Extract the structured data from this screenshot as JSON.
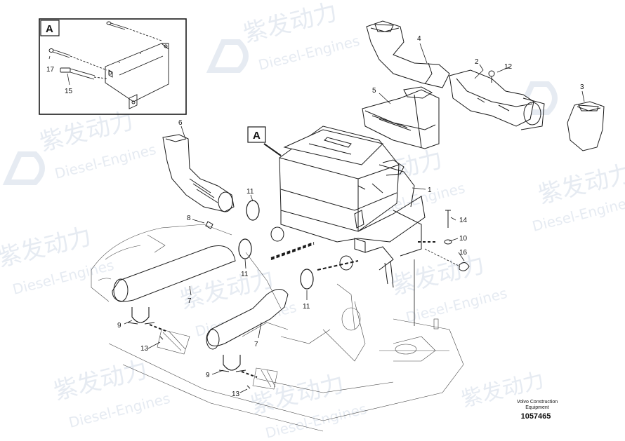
{
  "watermark": {
    "chinese": "紫发动力",
    "english": "Diesel-Engines"
  },
  "detail_box_label": "A",
  "detail_pointer_label": "A",
  "callouts": {
    "c1": "1",
    "c2": "2",
    "c3": "3",
    "c4": "4",
    "c5": "5",
    "c6": "6",
    "c7a": "7",
    "c7b": "7",
    "c8": "8",
    "c9a": "9",
    "c9b": "9",
    "c10": "10",
    "c11a": "11",
    "c11b": "11",
    "c11c": "11",
    "c12": "12",
    "c13a": "13",
    "c13b": "13",
    "c14": "14",
    "c15": "15",
    "c16": "16",
    "c17": "17"
  },
  "credit": {
    "line1": "Volvo Construction",
    "line2": "Equipment"
  },
  "document_number": "1057465",
  "colors": {
    "line": "#1a1a1a",
    "watermark": "#e6ebf2",
    "background": "#ffffff"
  }
}
